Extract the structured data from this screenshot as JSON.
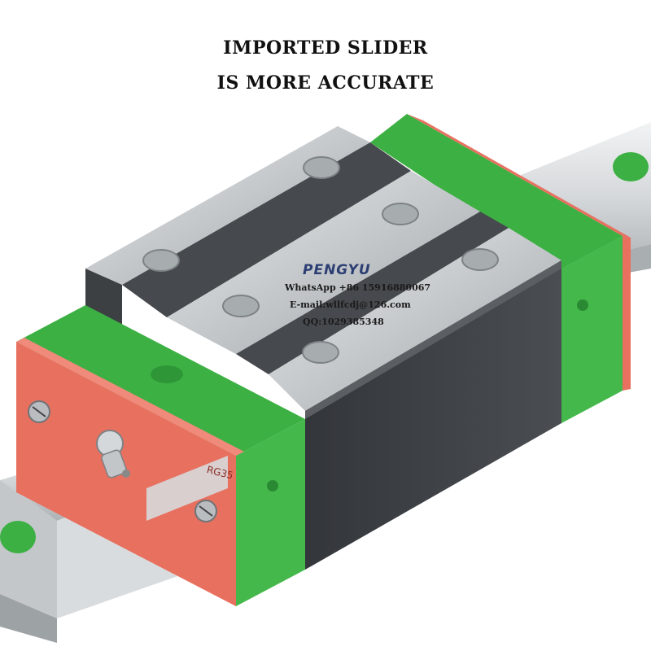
{
  "headline": {
    "line1": "IMPORTED SLIDER",
    "line2": "IS MORE ACCURATE"
  },
  "watermark": {
    "brand": "PENGYU",
    "whatsapp": "WhatsApp +86 15916880067",
    "email": "E-mail:wllfcdj@126.com",
    "qq": "QQ:1029385348"
  },
  "product": {
    "model_label": "RG35"
  },
  "colors": {
    "seal_green": "#3cb043",
    "end_cap_red": "#e8705f",
    "body_dark": "#3d4043",
    "steel": "#c9cdd0"
  }
}
